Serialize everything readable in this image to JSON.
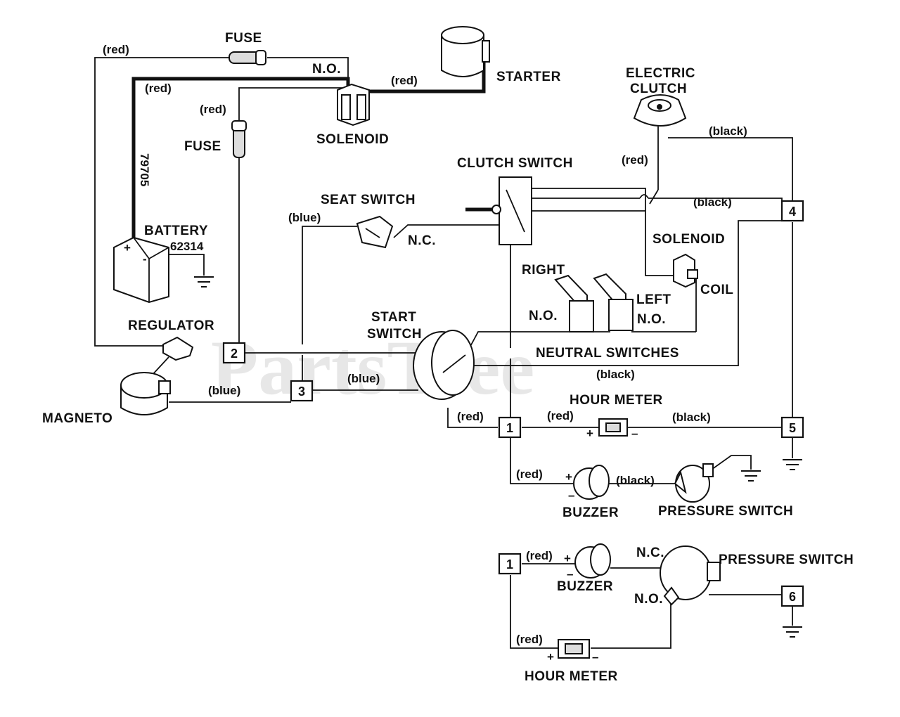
{
  "watermark": "PartsTree",
  "components": {
    "fuse_top": "FUSE",
    "starter": "STARTER",
    "electric_clutch_1": "ELECTRIC",
    "electric_clutch_2": "CLUTCH",
    "solenoid_top": "SOLENOID",
    "fuse_left": "FUSE",
    "clutch_switch": "CLUTCH SWITCH",
    "seat_switch": "SEAT SWITCH",
    "battery": "BATTERY",
    "battery_part": "62314",
    "battery_cable_part": "79705",
    "solenoid_right": "SOLENOID",
    "coil": "COIL",
    "right": "RIGHT",
    "left": "LEFT",
    "start_switch_1": "START",
    "start_switch_2": "SWITCH",
    "regulator": "REGULATOR",
    "neutral_switches": "NEUTRAL SWITCHES",
    "hour_meter": "HOUR METER",
    "magneto": "MAGNETO",
    "buzzer": "BUZZER",
    "pressure_switch": "PRESSURE SWITCH",
    "buzzer_2": "BUZZER",
    "pressure_switch_2": "PRESSURE SWITCH",
    "hour_meter_2": "HOUR METER"
  },
  "contacts": {
    "no_solenoid": "N.O.",
    "nc_seat": "N.C.",
    "no_right": "N.O.",
    "no_left": "N.O.",
    "nc_pressure": "N.C.",
    "no_pressure": "N.O."
  },
  "polarity": {
    "battery_plus": "+",
    "battery_minus": "-",
    "hm_plus": "+",
    "hm_minus": "–",
    "buzzer_plus": "+",
    "buzzer_minus": "–",
    "buzzer2_plus": "+",
    "buzzer2_minus": "–",
    "hm2_plus": "+",
    "hm2_minus": "–"
  },
  "wire_labels": {
    "red_top_left": "(red)",
    "red_battery": "(red)",
    "red_starter": "(red)",
    "red_fuse": "(red)",
    "black_clutch_top": "(black)",
    "red_clutch": "(red)",
    "black_clutch_4": "(black)",
    "blue_seat": "(blue)",
    "black_neutral": "(black)",
    "blue_magneto": "(blue)",
    "blue_start": "(blue)",
    "red_1_start": "(red)",
    "red_1_hm": "(red)",
    "black_hm_5": "(black)",
    "red_buzzer": "(red)",
    "black_buzzer_ps": "(black)",
    "red_buzzer2": "(red)",
    "red_hm2": "(red)"
  },
  "terminals": {
    "t2": "2",
    "t3": "3",
    "t4": "4",
    "t1": "1",
    "t5": "5",
    "t1b": "1",
    "t6": "6"
  }
}
